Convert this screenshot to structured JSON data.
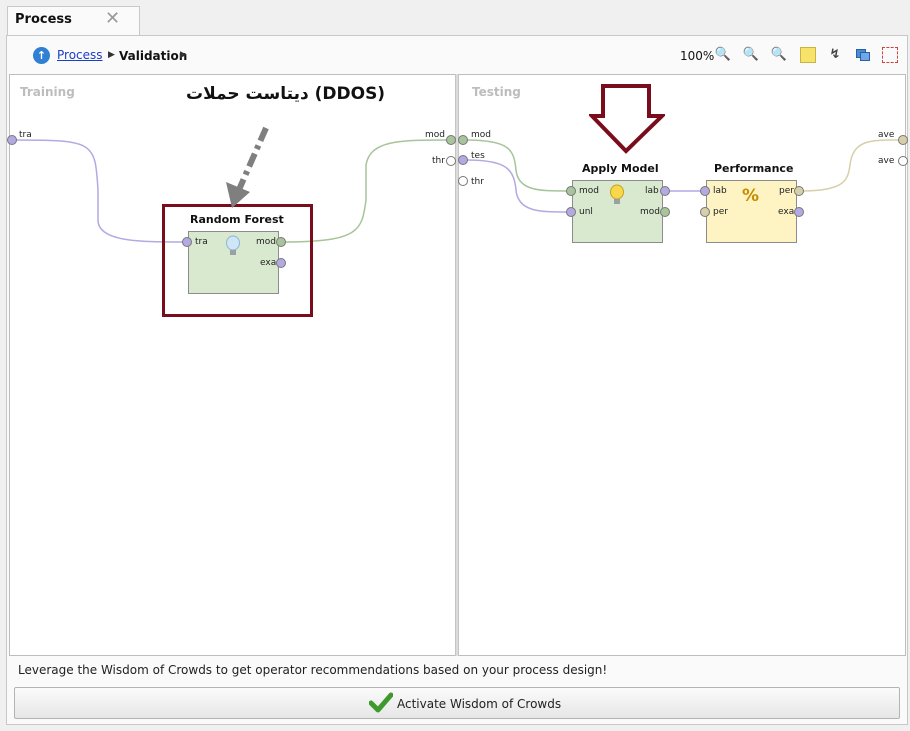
{
  "tab": {
    "title": "Process",
    "close": "✕"
  },
  "breadcrumb": {
    "root": "Process",
    "current": "Validation",
    "sep": "▶"
  },
  "toolbar": {
    "zoom": "100%"
  },
  "canvas": {
    "training": {
      "label": "Training",
      "in_port": "tra",
      "out_ports": [
        "mod",
        "thr"
      ]
    },
    "testing": {
      "label": "Testing",
      "in_ports": [
        "mod",
        "tes",
        "thr"
      ],
      "out_ports": [
        "ave",
        "ave"
      ]
    }
  },
  "annotation": {
    "text": "ديتاست حملات (DDOS)"
  },
  "operators": {
    "random_forest": {
      "title": "Random Forest",
      "in": [
        "tra"
      ],
      "out": [
        "mod",
        "exa"
      ]
    },
    "apply_model": {
      "title": "Apply Model",
      "in": [
        "mod",
        "unl"
      ],
      "out": [
        "lab",
        "mod"
      ]
    },
    "performance": {
      "title": "Performance",
      "icon": "%",
      "in": [
        "lab",
        "per"
      ],
      "out": [
        "per",
        "exa"
      ]
    }
  },
  "footer": {
    "message": "Leverage the Wisdom of Crowds to get operator recommendations based on your process design!",
    "button": "Activate Wisdom of Crowds"
  },
  "colors": {
    "accent": "#2f7fd3",
    "highlight_box": "#7a0d1c",
    "link": "#1a3fc4"
  }
}
